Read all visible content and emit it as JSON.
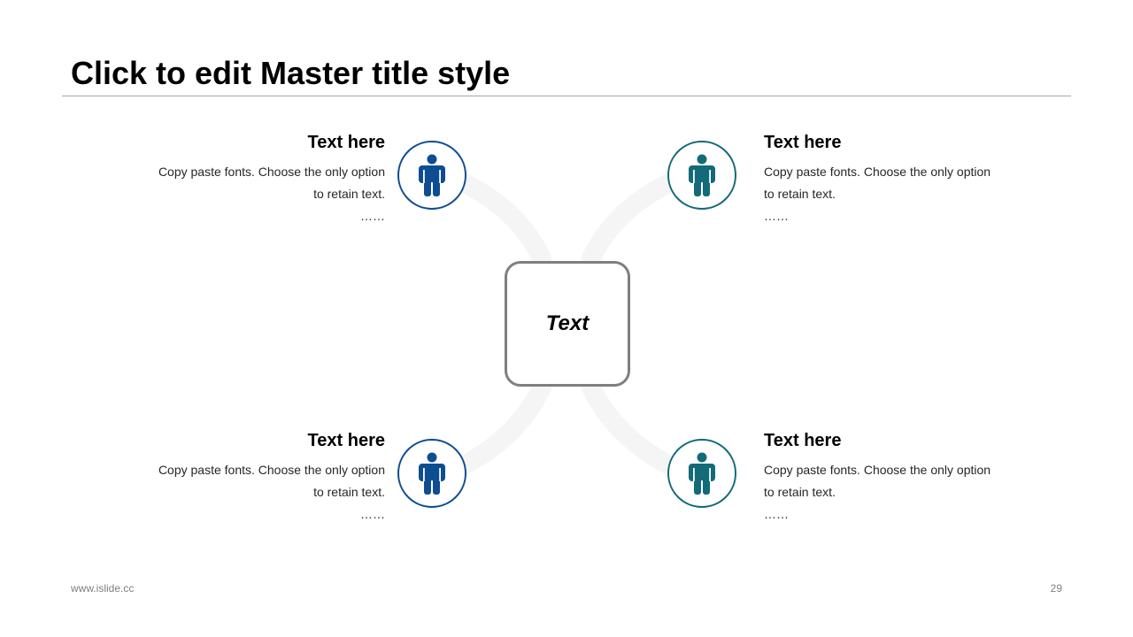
{
  "slide": {
    "title": "Click to edit Master title style",
    "footer_url": "www.islide.cc",
    "page_number": "29"
  },
  "center": {
    "label": "Text"
  },
  "colors": {
    "blue": "#0e4d92",
    "teal": "#136a78",
    "connector": "#f5f5f5",
    "center_border": "#7f7f7f"
  },
  "nodes": [
    {
      "icon": "person-icon",
      "heading": "Text here",
      "body_line1": "Copy paste fonts. Choose the only option",
      "body_line2": "to retain text.",
      "body_line3": "……"
    },
    {
      "icon": "person-icon",
      "heading": "Text here",
      "body_line1": "Copy paste fonts. Choose the only option",
      "body_line2": "to retain text.",
      "body_line3": "……"
    },
    {
      "icon": "person-icon",
      "heading": "Text here",
      "body_line1": "Copy paste fonts. Choose the only option",
      "body_line2": "to retain text.",
      "body_line3": "……"
    },
    {
      "icon": "person-icon",
      "heading": "Text here",
      "body_line1": "Copy paste fonts. Choose the only option",
      "body_line2": "to retain text.",
      "body_line3": "……"
    }
  ]
}
